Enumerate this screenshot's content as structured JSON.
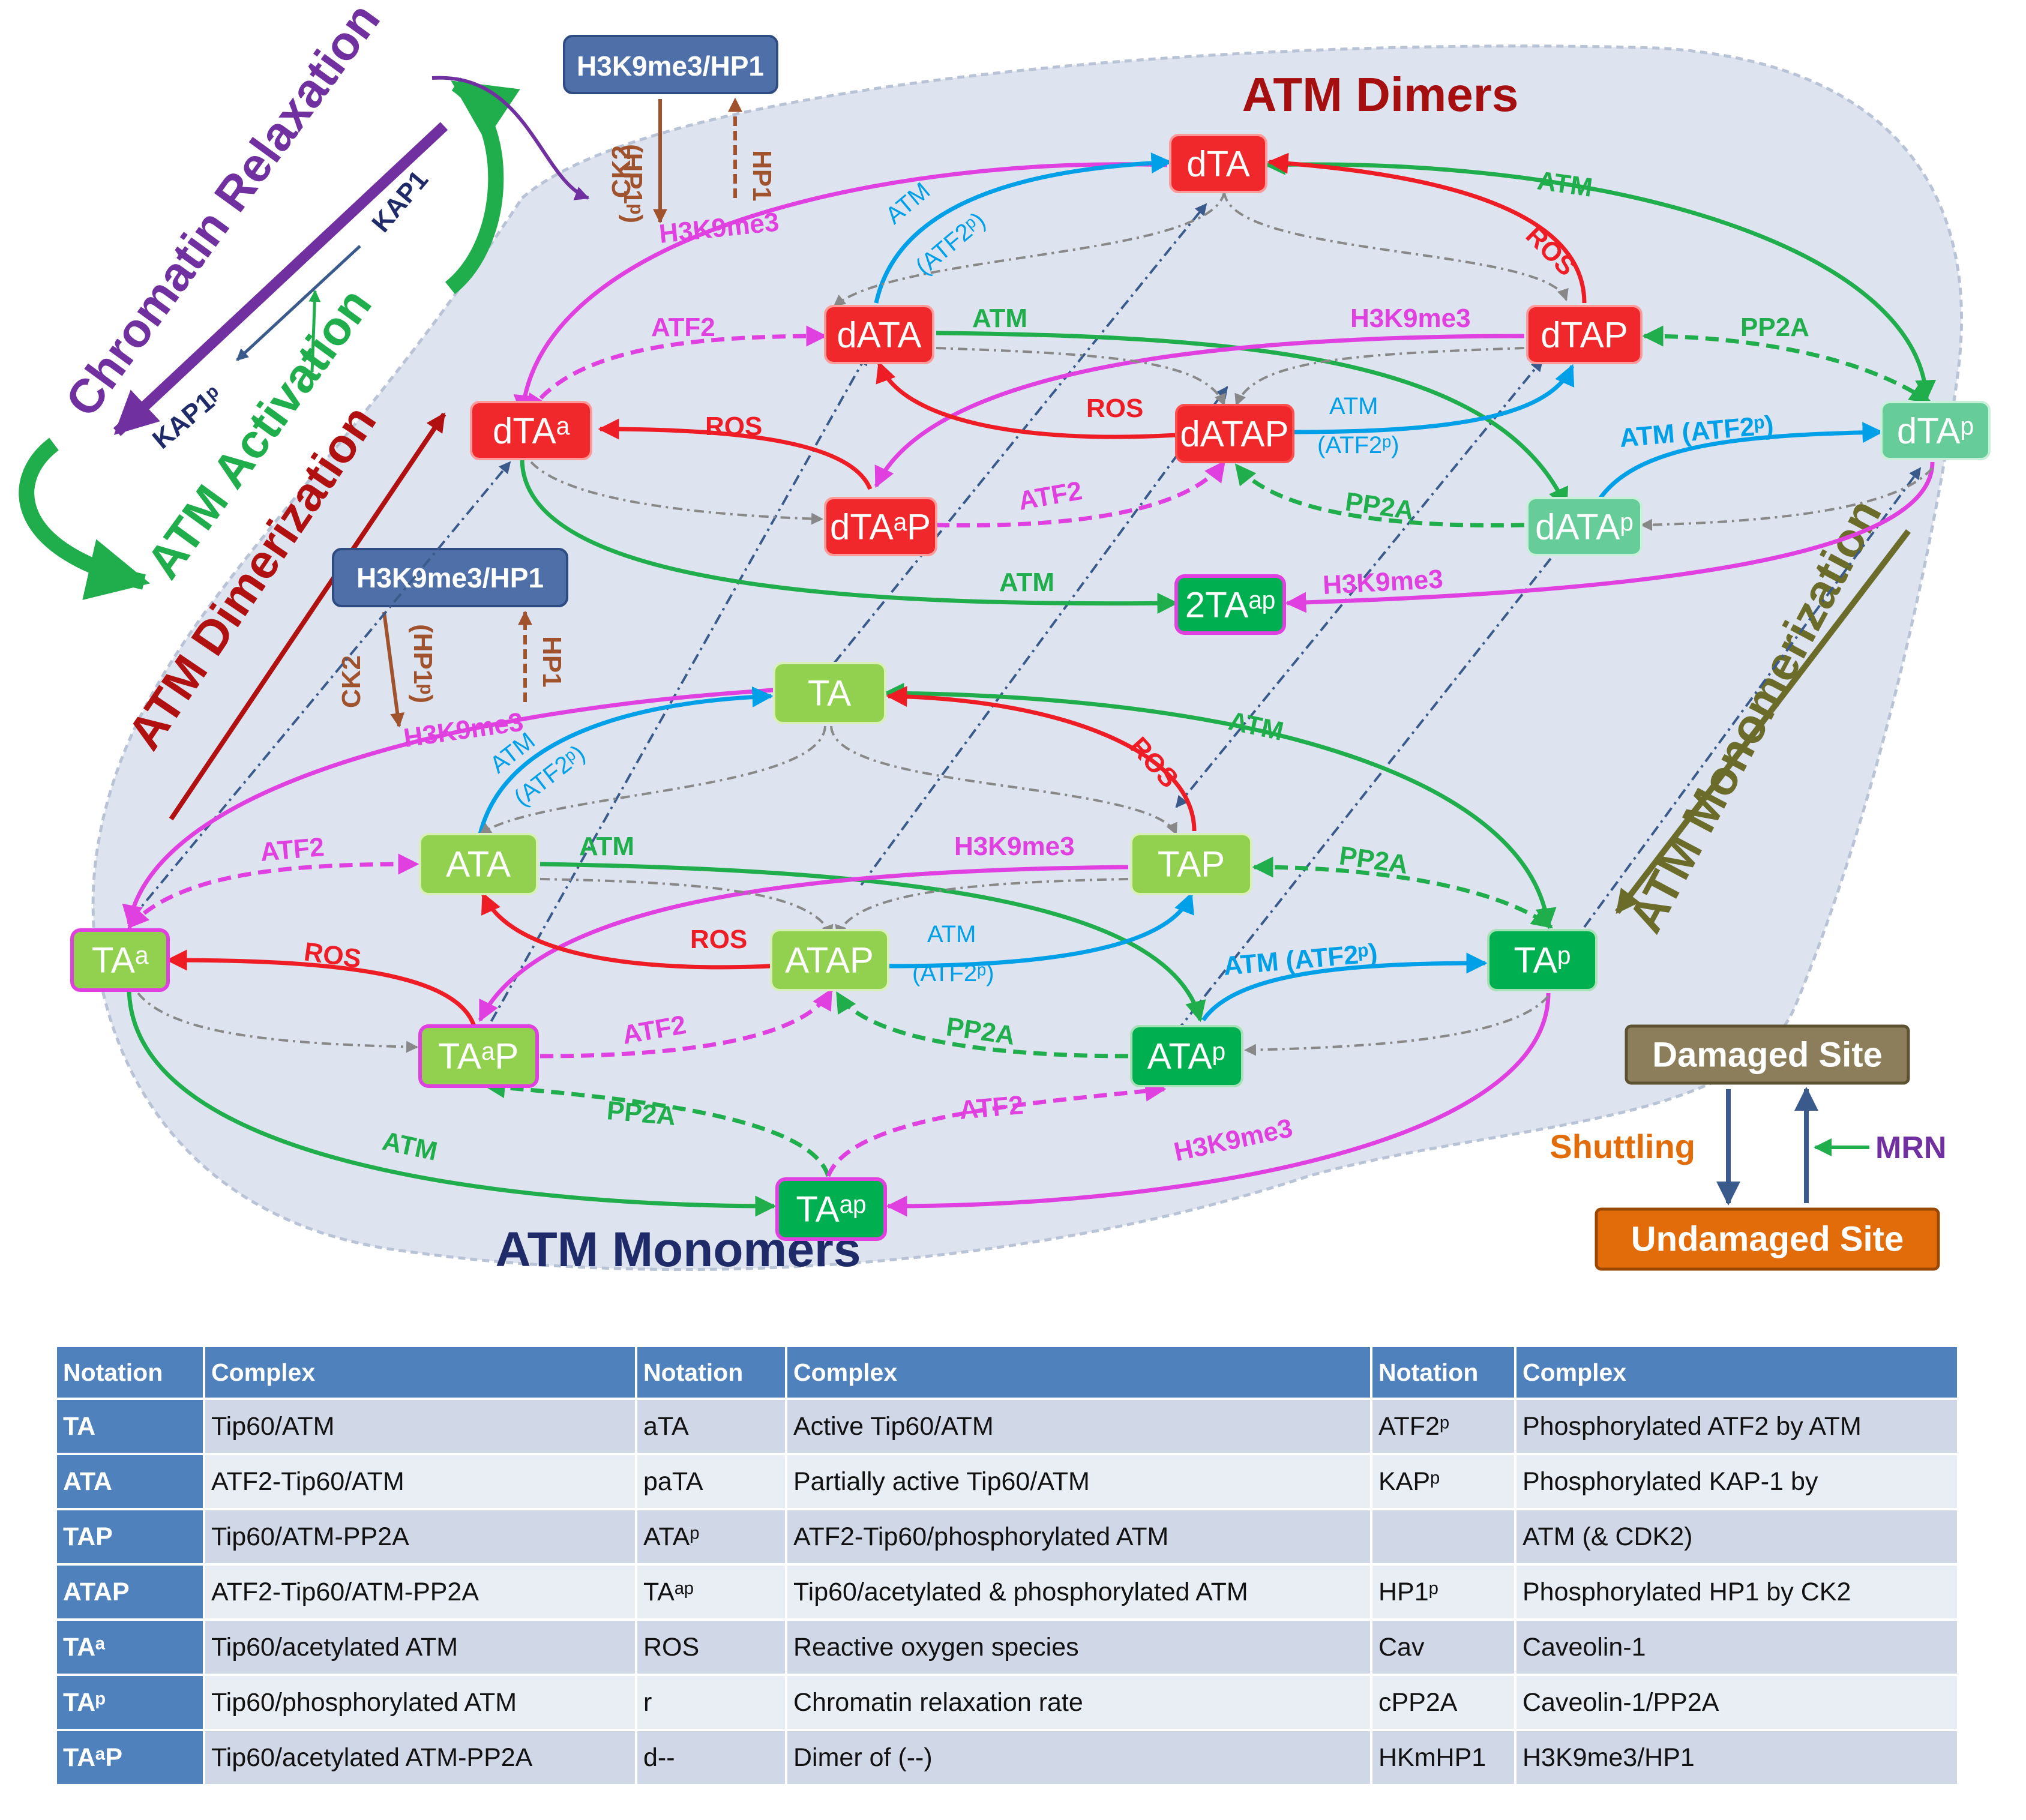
{
  "titles": {
    "dimers": "ATM Dimers",
    "monomers": "ATM Monomers",
    "chromatin_relaxation": "Chromatin Relaxation",
    "atm_activation": "ATM Activation",
    "atm_dimerization": "ATM Dimerization",
    "atm_monomerization": "ATM Monomerization"
  },
  "nodes": {
    "dTA": "dTA",
    "dATA": "dATA",
    "dTAP": "dTAP",
    "dTAa": "dTAᵃ",
    "dATAP": "dATAP",
    "dTAp": "dTAᵖ",
    "dTAaP": "dTAᵃP",
    "dATAp": "dATAᵖ",
    "2TAap": "2TAᵃᵖ",
    "TA": "TA",
    "ATA": "ATA",
    "TAP": "TAP",
    "TAa": "TAᵃ",
    "ATAP": "ATAP",
    "TAp": "TAᵖ",
    "TAaP": "TAᵃP",
    "ATAp": "ATAᵖ",
    "TAap": "TAᵃᵖ"
  },
  "labels": {
    "kap1": "KAP1",
    "kap1p": "KAP1ᵖ",
    "h3k9me3_hp1": "H3K9me3/HP1",
    "ck2": "CK2",
    "hp1": "HP1",
    "hp1p": "(HP1ᵖ)",
    "h3k9me3": "H3K9me3",
    "atm": "ATM",
    "ros": "ROS",
    "atf2": "ATF2",
    "pp2a": "PP2A",
    "atf2p": "(ATF2ᵖ)",
    "atm_atf2p": "ATM (ATF2ᵖ)"
  },
  "legend": {
    "damaged": "Damaged Site",
    "undamaged": "Undamaged Site",
    "shuttling": "Shuttling",
    "mrn": "MRN"
  },
  "colors": {
    "dimer_node": "#f0282c",
    "monomer_light": "#92d050",
    "monomer_dark": "#00b050",
    "dimer_pale": "#66cc99",
    "magenta": "#e040e0",
    "green": "#1fae4b",
    "red": "#ee1c24",
    "cyan": "#00a0e8",
    "purple": "#7030a0",
    "dark_red": "#b01010",
    "olive": "#6b6b2a",
    "table_header": "#4f81bd"
  },
  "table": {
    "headers": [
      "Notation",
      "Complex",
      "Notation",
      "Complex",
      "Notation",
      "Complex"
    ],
    "rows": [
      [
        "TA",
        "Tip60/ATM",
        "aTA",
        "Active Tip60/ATM",
        "ATF2ᵖ",
        "Phosphorylated ATF2 by ATM"
      ],
      [
        "ATA",
        "ATF2-Tip60/ATM",
        "paTA",
        "Partially active Tip60/ATM",
        "KAPᵖ",
        "Phosphorylated KAP-1 by"
      ],
      [
        "TAP",
        "Tip60/ATM-PP2A",
        "ATAᵖ",
        "ATF2-Tip60/phosphorylated ATM",
        "",
        "ATM (& CDK2)"
      ],
      [
        "ATAP",
        "ATF2-Tip60/ATM-PP2A",
        "TAᵃᵖ",
        "Tip60/acetylated & phosphorylated ATM",
        "HP1ᵖ",
        "Phosphorylated HP1 by CK2"
      ],
      [
        "TAᵃ",
        "Tip60/acetylated ATM",
        "ROS",
        "Reactive oxygen species",
        "Cav",
        "Caveolin-1"
      ],
      [
        "TAᵖ",
        "Tip60/phosphorylated ATM",
        "r",
        "Chromatin relaxation rate",
        "cPP2A",
        "Caveolin-1/PP2A"
      ],
      [
        "TAᵃP",
        "Tip60/acetylated ATM-PP2A",
        "d--",
        "Dimer of (--)",
        "HKmHP1",
        "H3K9me3/HP1"
      ]
    ]
  }
}
